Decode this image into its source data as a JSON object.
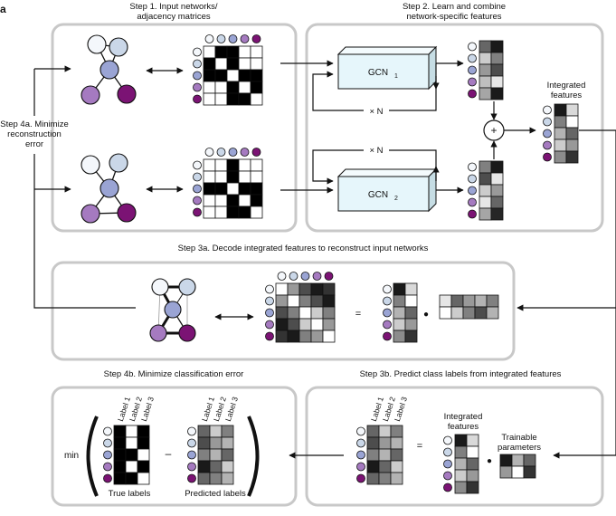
{
  "panel_letter": "a",
  "steps": {
    "step1": [
      "Step 1. Input networks/",
      "adjacency matrices"
    ],
    "step2": [
      "Step 2. Learn and combine",
      "network-specific features"
    ],
    "step3a": "Step 3a. Decode integrated features to reconstruct input networks",
    "step3b": "Step 3b. Predict class labels from integrated features",
    "step4a": [
      "Step 4a. Minimize",
      "reconstruction",
      "error"
    ],
    "step4b": "Step 4b. Minimize classification error"
  },
  "gcn": {
    "name": "GCN",
    "sub1": "1",
    "sub2": "2",
    "repeat": "× N"
  },
  "labels": {
    "integrated_features": [
      "Integrated",
      "features"
    ],
    "trainable_parameters": [
      "Trainable",
      "parameters"
    ],
    "label_names": [
      "Label 1",
      "Label 2",
      "Label 3"
    ],
    "true_labels": "True labels",
    "predicted_labels": "Predicted labels",
    "min": "min",
    "equals": "=",
    "minus": "–",
    "plus": "+",
    "dot": "●"
  },
  "colors": {
    "node_white": "#f4f7fb",
    "node_lightblue": "#cad7e8",
    "node_blue": "#9aa4d4",
    "node_lavender": "#a57ac0",
    "node_purple": "#7b1374",
    "gcn_face": "#e6f6fb",
    "panel_border": "#c8c8c8"
  },
  "matrices": {
    "adj1": [
      [
        0,
        1,
        1,
        0,
        0
      ],
      [
        1,
        0,
        1,
        0,
        0
      ],
      [
        1,
        1,
        0,
        1,
        1
      ],
      [
        0,
        0,
        1,
        0,
        1
      ],
      [
        0,
        0,
        1,
        1,
        0
      ]
    ],
    "adj2": [
      [
        0,
        0,
        1,
        0,
        0
      ],
      [
        0,
        0,
        1,
        0,
        0
      ],
      [
        1,
        1,
        0,
        1,
        1
      ],
      [
        0,
        0,
        1,
        0,
        1
      ],
      [
        0,
        0,
        1,
        1,
        0
      ]
    ],
    "feat1": [
      [
        0.6,
        0.9
      ],
      [
        0.2,
        0.5
      ],
      [
        0.4,
        0.7
      ],
      [
        0.25,
        0.1
      ],
      [
        0.35,
        0.9
      ]
    ],
    "feat2": [
      [
        0.5,
        0.9
      ],
      [
        0.7,
        0.1
      ],
      [
        0.2,
        0.4
      ],
      [
        0.1,
        0.6
      ],
      [
        0.35,
        0.85
      ]
    ],
    "integrated": [
      [
        0.9,
        0.15
      ],
      [
        0.5,
        0.0
      ],
      [
        0.3,
        0.6
      ],
      [
        0.2,
        0.4
      ],
      [
        0.45,
        0.8
      ]
    ],
    "recon": [
      [
        0.0,
        0.4,
        0.7,
        0.9,
        0.8
      ],
      [
        0.4,
        0.0,
        0.5,
        0.7,
        0.9
      ],
      [
        0.7,
        0.5,
        0.0,
        0.2,
        0.5
      ],
      [
        0.9,
        0.7,
        0.2,
        0.0,
        0.4
      ],
      [
        0.8,
        0.9,
        0.5,
        0.4,
        0.0
      ]
    ],
    "param3a": [
      [
        0.1,
        0.6,
        0.4,
        0.3,
        0.5
      ],
      [
        0.0,
        0.2,
        0.5,
        0.7,
        0.3
      ]
    ],
    "true_labels": [
      [
        1,
        0,
        1
      ],
      [
        1,
        0,
        1
      ],
      [
        1,
        1,
        0
      ],
      [
        1,
        0,
        1
      ],
      [
        1,
        1,
        0
      ]
    ],
    "pred_labels": [
      [
        0.6,
        0.2,
        0.5
      ],
      [
        0.7,
        0.4,
        0.3
      ],
      [
        0.5,
        0.3,
        0.6
      ],
      [
        0.9,
        0.6,
        0.2
      ],
      [
        0.6,
        0.5,
        0.3
      ]
    ],
    "pred_product": [
      [
        0.2,
        0.1,
        0.4
      ],
      [
        0.3,
        0.2,
        0.6
      ],
      [
        0.25,
        0.4,
        0.3
      ],
      [
        0.15,
        0.3,
        0.5
      ],
      [
        0.1,
        0.2,
        0.35
      ]
    ],
    "trainable": [
      [
        0.9,
        0.3,
        0.6
      ],
      [
        0.4,
        0.0,
        0.8
      ]
    ]
  }
}
